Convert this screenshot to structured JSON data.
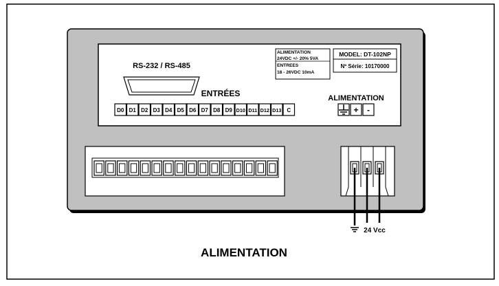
{
  "device": {
    "comm_port_label": "RS-232 / RS-485",
    "inputs_label": "ENTRÉES",
    "power_label": "ALIMENTATION",
    "spec_box": {
      "line1": "ALIMENTATION",
      "line2": "24VDC +/- 20% 5VA",
      "line3": "ENTREES",
      "line4": "18 - 26VDC 10mA"
    },
    "model_label": "MODEL: DT-102NP",
    "serial_label": "Nº Série: 10170000",
    "input_terminals": [
      "D0",
      "D1",
      "D2",
      "D3",
      "D4",
      "D5",
      "D6",
      "D7",
      "D8",
      "D9",
      "D10",
      "D11",
      "D12",
      "D13",
      "C"
    ],
    "power_terminals": [
      "ground-symbol",
      "+",
      "-"
    ]
  },
  "wiring": {
    "supply_label": "24 Vcc"
  },
  "caption": "ALIMENTATION",
  "colors": {
    "housing": "#c0c0c0",
    "panel": "#ffffff",
    "connector": "#ffffff",
    "stroke": "#000000"
  },
  "icons": [
    "ground-icon",
    "db25-connector-icon",
    "terminal-block-icon"
  ]
}
